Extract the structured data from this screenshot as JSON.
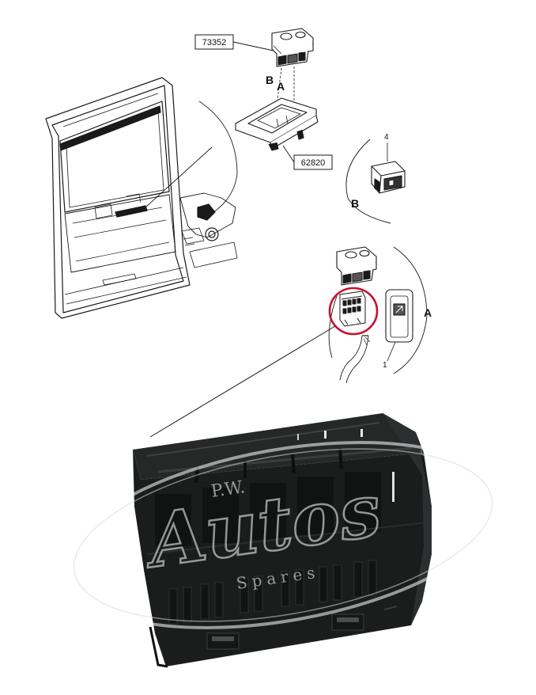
{
  "labels": {
    "part_73352": "73352",
    "part_62820": "62820",
    "letter_b_top": "B",
    "letter_a_top": "A",
    "callout_4": "4",
    "letter_b_side": "B",
    "letter_a_side": "A",
    "callout_1": "1"
  },
  "watermark": {
    "line1": "P.W.",
    "line2": "Autos",
    "line3": "Spares",
    "registered": "®"
  },
  "colors": {
    "ink": "#1a1a1a",
    "highlight_circle": "#c8102e",
    "connector_body": "#1b1d1d",
    "watermark": "#ffffff"
  }
}
